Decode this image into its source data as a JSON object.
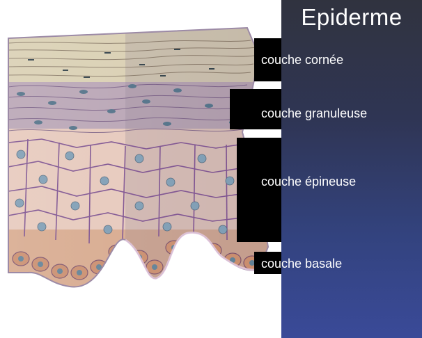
{
  "diagram": {
    "title": "Epiderme",
    "layers": [
      {
        "label": "couche cornée"
      },
      {
        "label": "couche granuleuse"
      },
      {
        "label": "couche épineuse"
      },
      {
        "label": "couche basale"
      }
    ]
  },
  "colors": {
    "panel_top": "#30333f",
    "panel_bottom": "#3a4a98",
    "label_band": "#000000",
    "cornified": "#d8cfb4",
    "granular": "#b9a6b2",
    "spinous": "#e8c9b8",
    "cell_membrane": "#7d4f8c",
    "nucleus": "#6f8fa8",
    "basal": "#d9a98a"
  }
}
